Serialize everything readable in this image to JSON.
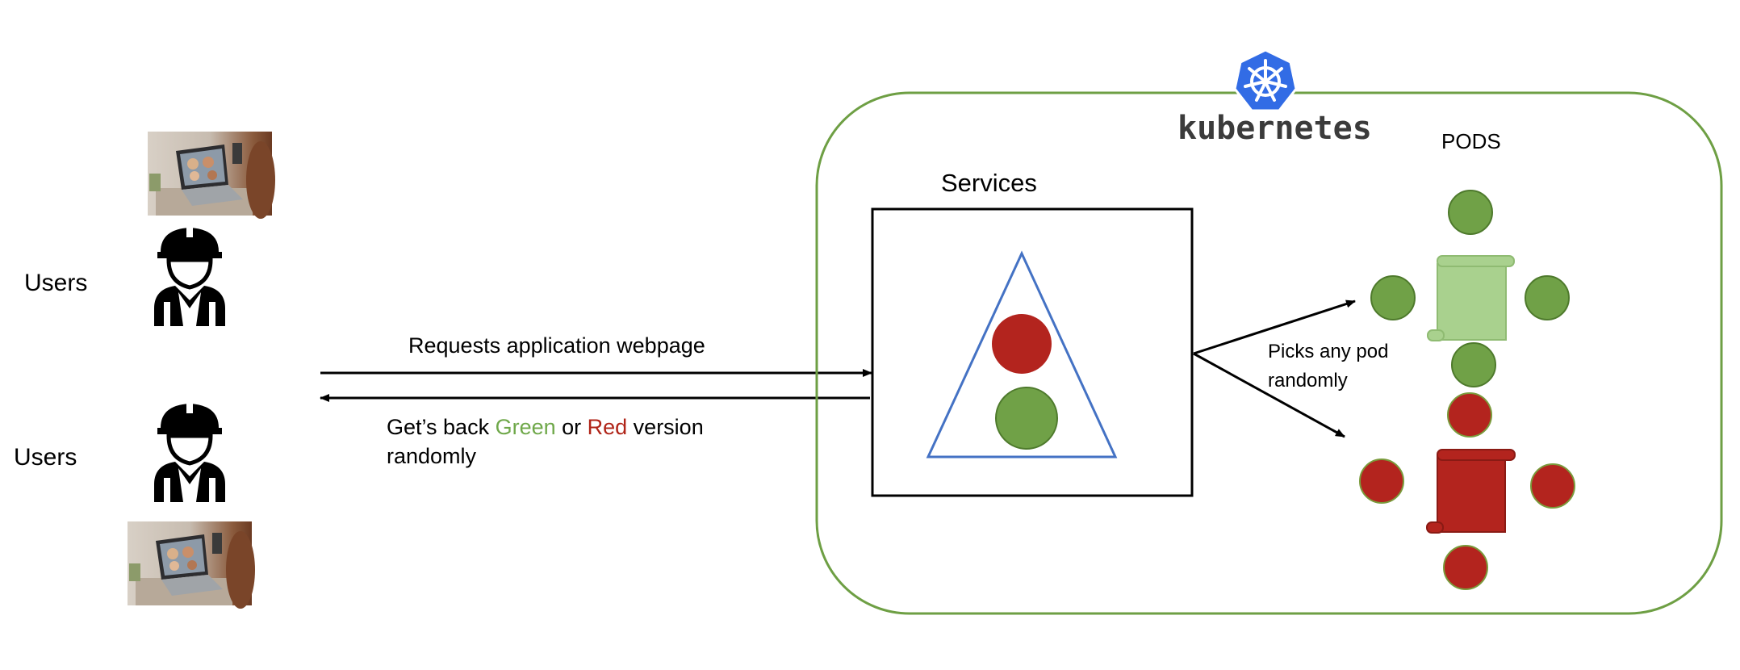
{
  "users_top": {
    "label": "Users"
  },
  "users_bottom": {
    "label": "Users"
  },
  "request_arrow": {
    "label": "Requests application webpage"
  },
  "response_arrow": {
    "prefix": "Get’s back ",
    "green_word": "Green",
    "middle": " or ",
    "red_word": "Red",
    "suffix": " version",
    "line2": "randomly"
  },
  "cluster": {
    "brand": "kubernetes",
    "icon": "kubernetes-helm-icon"
  },
  "services": {
    "label": "Services"
  },
  "pods": {
    "label": "PODS"
  },
  "picks_arrow": {
    "line1": "Picks any pod",
    "line2": "randomly"
  },
  "colors": {
    "green": "#70a147",
    "green_text": "#6fa84a",
    "red": "#b3241e",
    "red_text": "#b02418",
    "cluster_border": "#6e9f44",
    "triangle": "#4472c4",
    "k8s_blue": "#326ce5"
  }
}
